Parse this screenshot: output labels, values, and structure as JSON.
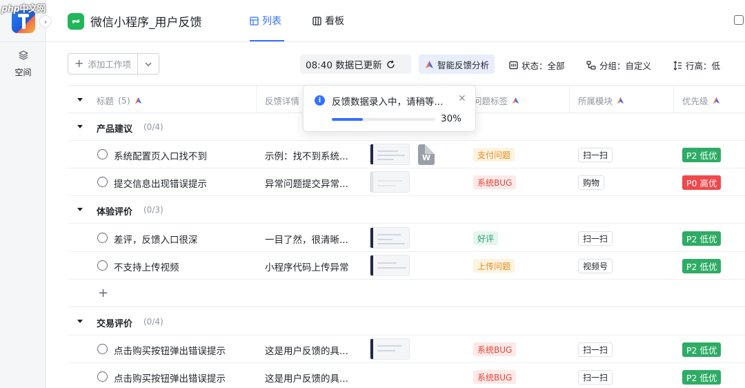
{
  "watermark": {
    "php": "php",
    "cn": "中文网"
  },
  "rail": {
    "space_label": "空间",
    "collapse_glyph": "›"
  },
  "header": {
    "app_title": "微信小程序_用户反馈",
    "tabs": [
      {
        "label": "列表",
        "active": true,
        "icon": "list-icon"
      },
      {
        "label": "看板",
        "active": false,
        "icon": "board-icon"
      }
    ]
  },
  "toolbar": {
    "add_item_label": "添加工作项",
    "refresh_text": "08:40 数据已更新",
    "ai_label": "智能反馈分析",
    "status_label": "状态：全部",
    "group_label": "分组：自定义",
    "row_height_label": "行高：低"
  },
  "columns": {
    "title": "标题",
    "title_count": "(5)",
    "detail": "反馈详情",
    "tag": "问题标签",
    "module": "所属模块",
    "priority": "优先级"
  },
  "toast": {
    "message": "反馈数据录入中，请稍等...",
    "progress": 0.3,
    "percent_label": "30%"
  },
  "groups": [
    {
      "name": "产品建议",
      "count": "(0/4)",
      "rows": [
        {
          "title": "系统配置页入口找不到",
          "detail": "示例：找不到系统...",
          "tag": "支付问题",
          "tag_color": "orange",
          "module": "扫一扫",
          "priority": "P2 低优",
          "prio_level": "low",
          "file_letter": "W",
          "thumb": "dark"
        },
        {
          "title": "提交信息出现错误提示",
          "detail": "异常问题提交异常...",
          "tag": "系统BUG",
          "tag_color": "red",
          "module": "购物",
          "priority": "P0 高优",
          "prio_level": "high",
          "thumb": "light"
        }
      ]
    },
    {
      "name": "体验评价",
      "count": "(0/3)",
      "rows": [
        {
          "title": "差评，反馈入口很深",
          "detail": "一目了然，很清晰...",
          "tag": "好评",
          "tag_color": "green",
          "module": "扫一扫",
          "priority": "P2 低优",
          "prio_level": "low",
          "thumb": "dark"
        },
        {
          "title": "不支持上传视频",
          "detail": "小程序代码上传异常",
          "tag": "上传问题",
          "tag_color": "orange",
          "module": "视频号",
          "priority": "P2 低优",
          "prio_level": "low",
          "thumb": "dark"
        }
      ]
    },
    {
      "name": "交易评价",
      "count": "(0/4)",
      "rows": [
        {
          "title": "点击购买按钮弹出错误提示",
          "detail": "这是用户反馈的具...",
          "tag": "系统BUG",
          "tag_color": "red",
          "module": "扫一扫",
          "priority": "P2 低优",
          "prio_level": "low",
          "thumb": "dark"
        },
        {
          "title": "点击购买按钮弹出错误提示",
          "detail": "这是用户反馈的具...",
          "tag": "系统BUG",
          "tag_color": "red",
          "module": "扫一扫",
          "priority": "P2 低优",
          "prio_level": "low",
          "thumb": "none"
        }
      ]
    }
  ],
  "colors": {
    "accent": "#3370ff",
    "prio_low": "#2eac65",
    "prio_high": "#f0484b"
  }
}
